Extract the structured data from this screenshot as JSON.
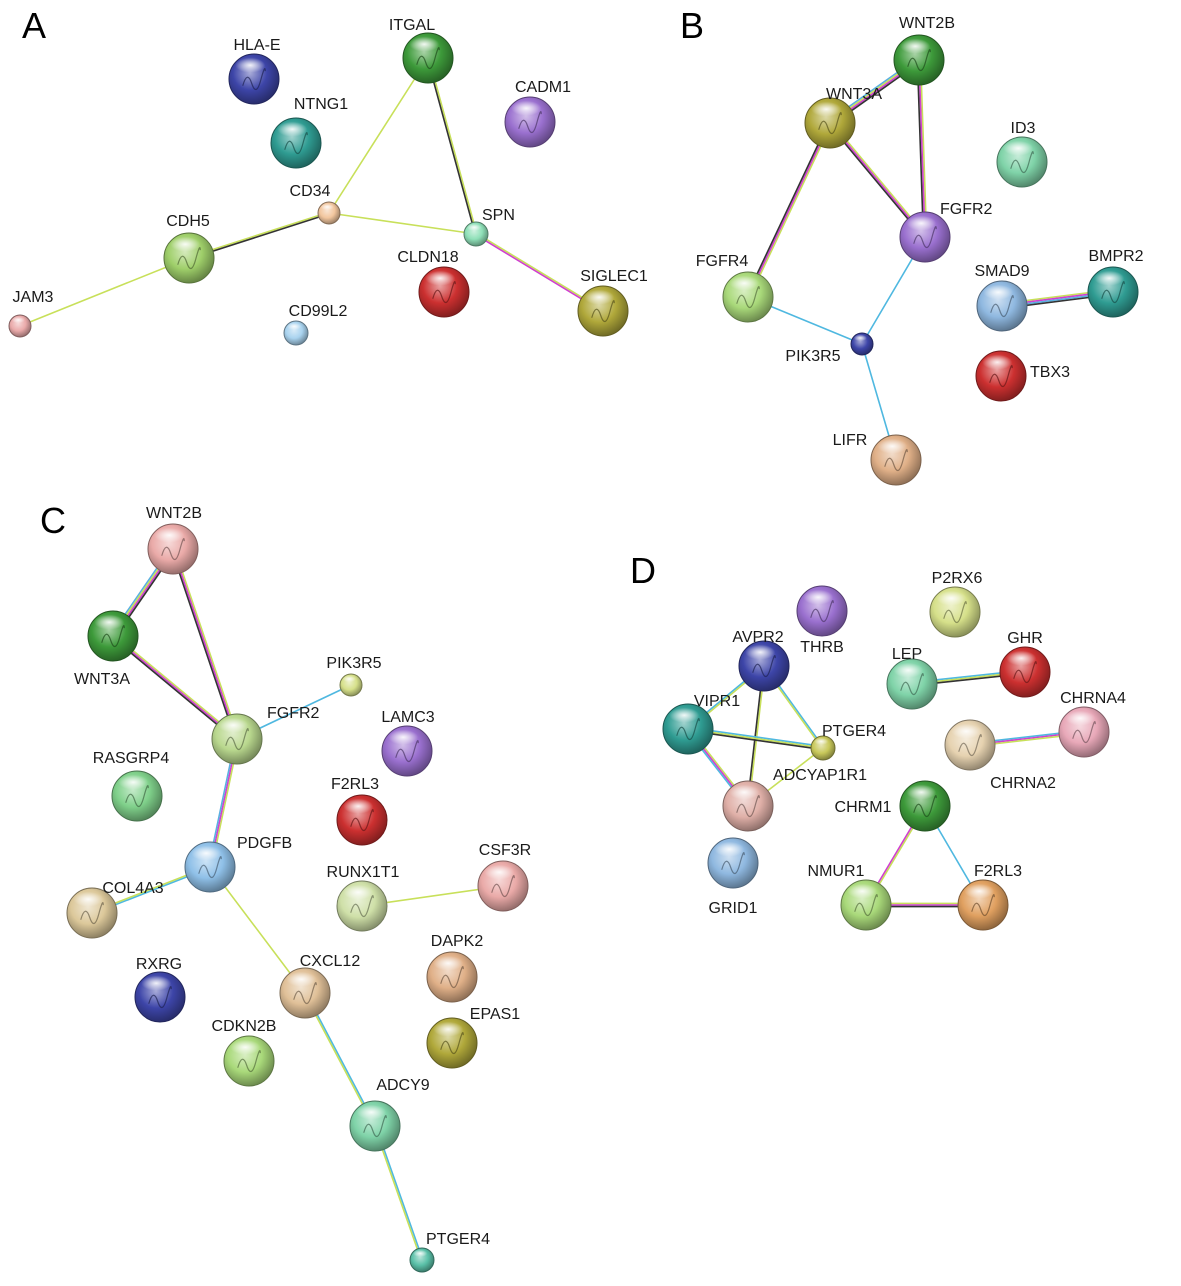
{
  "panels": [
    {
      "id": "A",
      "letter": "A",
      "nodes": [
        {
          "name": "HLA-E",
          "color": "#3d45a8"
        },
        {
          "name": "ITGAL",
          "color": "#3d9a3a"
        },
        {
          "name": "NTNG1",
          "color": "#2f9c92"
        },
        {
          "name": "CADM1",
          "color": "#9a70cf"
        },
        {
          "name": "CD34",
          "color": "#f2c69e"
        },
        {
          "name": "CDH5",
          "color": "#9fcf6a"
        },
        {
          "name": "SPN",
          "color": "#8fe0b8"
        },
        {
          "name": "CLDN18",
          "color": "#cc3030"
        },
        {
          "name": "SIGLEC1",
          "color": "#b0a83a"
        },
        {
          "name": "JAM3",
          "color": "#eaaaaa"
        },
        {
          "name": "CD99L2",
          "color": "#a9d3ef"
        }
      ],
      "edges": [
        {
          "a": "CD34",
          "b": "ITGAL",
          "colors": [
            "#c8e05a"
          ]
        },
        {
          "a": "ITGAL",
          "b": "SPN",
          "colors": [
            "#c8e05a",
            "#333333"
          ]
        },
        {
          "a": "CD34",
          "b": "SPN",
          "colors": [
            "#c8e05a"
          ]
        },
        {
          "a": "CDH5",
          "b": "CD34",
          "colors": [
            "#c8e05a",
            "#333333"
          ]
        },
        {
          "a": "JAM3",
          "b": "CDH5",
          "colors": [
            "#c8e05a"
          ]
        },
        {
          "a": "SPN",
          "b": "SIGLEC1",
          "colors": [
            "#c8e05a",
            "#d040d0"
          ]
        }
      ]
    },
    {
      "id": "B",
      "letter": "B",
      "nodes": [
        {
          "name": "WNT2B",
          "color": "#3d9a3a"
        },
        {
          "name": "WNT3A",
          "color": "#b0a83a"
        },
        {
          "name": "ID3",
          "color": "#7fd3a8"
        },
        {
          "name": "FGFR2",
          "color": "#9a70cf"
        },
        {
          "name": "FGFR4",
          "color": "#a9d97a"
        },
        {
          "name": "SMAD9",
          "color": "#8fb8e0"
        },
        {
          "name": "BMPR2",
          "color": "#2f9c92"
        },
        {
          "name": "PIK3R5",
          "color": "#3d45a8"
        },
        {
          "name": "TBX3",
          "color": "#cc3030"
        },
        {
          "name": "LIFR",
          "color": "#e0b088"
        }
      ],
      "edges": [
        {
          "a": "WNT3A",
          "b": "WNT2B",
          "colors": [
            "#5ab0e0",
            "#c8e05a",
            "#d040d0",
            "#333333"
          ]
        },
        {
          "a": "WNT2B",
          "b": "FGFR2",
          "colors": [
            "#c8e05a",
            "#d040d0",
            "#333333"
          ]
        },
        {
          "a": "WNT3A",
          "b": "FGFR2",
          "colors": [
            "#c8e05a",
            "#d040d0",
            "#333333"
          ]
        },
        {
          "a": "WNT3A",
          "b": "FGFR4",
          "colors": [
            "#c8e05a",
            "#d040d0",
            "#333333"
          ]
        },
        {
          "a": "FGFR4",
          "b": "PIK3R5",
          "colors": [
            "#4fb8e0"
          ]
        },
        {
          "a": "FGFR2",
          "b": "PIK3R5",
          "colors": [
            "#4fb8e0"
          ]
        },
        {
          "a": "PIK3R5",
          "b": "LIFR",
          "colors": [
            "#4fb8e0"
          ]
        },
        {
          "a": "SMAD9",
          "b": "BMPR2",
          "colors": [
            "#c8e05a",
            "#d040d0",
            "#5ab0e0",
            "#333333"
          ]
        }
      ]
    },
    {
      "id": "C",
      "letter": "C",
      "nodes": [
        {
          "name": "WNT2B",
          "color": "#eaaaa8"
        },
        {
          "name": "WNT3A",
          "color": "#3d9a3a"
        },
        {
          "name": "PIK3R5",
          "color": "#d6e08a"
        },
        {
          "name": "FGFR2",
          "color": "#b9d88e"
        },
        {
          "name": "LAMC3",
          "color": "#9a70cf"
        },
        {
          "name": "RASGRP4",
          "color": "#7fd08a"
        },
        {
          "name": "F2RL3",
          "color": "#cc3030"
        },
        {
          "name": "PDGFB",
          "color": "#8fc0e8"
        },
        {
          "name": "CSF3R",
          "color": "#eaaaa8"
        },
        {
          "name": "RUNX1T1",
          "color": "#cfe0a8"
        },
        {
          "name": "COL4A3",
          "color": "#dcc89a"
        },
        {
          "name": "DAPK2",
          "color": "#e0b088"
        },
        {
          "name": "RXRG",
          "color": "#3d45a8"
        },
        {
          "name": "CXCL12",
          "color": "#e0c098"
        },
        {
          "name": "EPAS1",
          "color": "#b0a83a"
        },
        {
          "name": "CDKN2B",
          "color": "#a9d97a"
        },
        {
          "name": "ADCY9",
          "color": "#7fd3a8"
        },
        {
          "name": "PTGER4",
          "color": "#5ac0a8"
        }
      ],
      "edges": [
        {
          "a": "WNT3A",
          "b": "WNT2B",
          "colors": [
            "#5ab0e0",
            "#c8e05a",
            "#d040d0",
            "#333333"
          ]
        },
        {
          "a": "WNT2B",
          "b": "FGFR2",
          "colors": [
            "#c8e05a",
            "#d040d0",
            "#333333"
          ]
        },
        {
          "a": "WNT3A",
          "b": "FGFR2",
          "colors": [
            "#c8e05a",
            "#d040d0",
            "#333333"
          ]
        },
        {
          "a": "FGFR2",
          "b": "PIK3R5",
          "colors": [
            "#4fb8e0"
          ]
        },
        {
          "a": "FGFR2",
          "b": "PDGFB",
          "colors": [
            "#c8e05a",
            "#d040d0",
            "#5ab0e0"
          ]
        },
        {
          "a": "PDGFB",
          "b": "COL4A3",
          "colors": [
            "#4fb8e0",
            "#c8e05a"
          ]
        },
        {
          "a": "PDGFB",
          "b": "CXCL12",
          "colors": [
            "#c8e05a"
          ]
        },
        {
          "a": "CXCL12",
          "b": "ADCY9",
          "colors": [
            "#4fb8e0",
            "#c8e05a"
          ]
        },
        {
          "a": "ADCY9",
          "b": "PTGER4",
          "colors": [
            "#4fb8e0",
            "#c8e05a"
          ]
        },
        {
          "a": "RUNX1T1",
          "b": "CSF3R",
          "colors": [
            "#c8e05a"
          ]
        }
      ]
    },
    {
      "id": "D",
      "letter": "D",
      "nodes": [
        {
          "name": "P2RX6",
          "color": "#d6e08a"
        },
        {
          "name": "THRB",
          "color": "#9a70cf"
        },
        {
          "name": "AVPR2",
          "color": "#3d45a8"
        },
        {
          "name": "GHR",
          "color": "#cc3030"
        },
        {
          "name": "LEP",
          "color": "#7fd3a8"
        },
        {
          "name": "CHRNA4",
          "color": "#e8a8b8"
        },
        {
          "name": "VIPR1",
          "color": "#2f9c92"
        },
        {
          "name": "PTGER4",
          "color": "#c8c85a"
        },
        {
          "name": "ADCYAP1R1",
          "color": "#e0b0a8"
        },
        {
          "name": "CHRNA2",
          "color": "#e6d2b0"
        },
        {
          "name": "CHRM1",
          "color": "#3d9a3a"
        },
        {
          "name": "GRID1",
          "color": "#8fb8e0"
        },
        {
          "name": "NMUR1",
          "color": "#a9d97a"
        },
        {
          "name": "F2RL3",
          "color": "#e0a060"
        }
      ],
      "edges": [
        {
          "a": "VIPR1",
          "b": "AVPR2",
          "colors": [
            "#4fb8e0",
            "#c8e05a"
          ]
        },
        {
          "a": "AVPR2",
          "b": "PTGER4",
          "colors": [
            "#4fb8e0",
            "#c8e05a"
          ]
        },
        {
          "a": "AVPR2",
          "b": "ADCYAP1R1",
          "colors": [
            "#c8e05a",
            "#333333"
          ]
        },
        {
          "a": "VIPR1",
          "b": "PTGER4",
          "colors": [
            "#4fb8e0",
            "#c8e05a",
            "#333333"
          ]
        },
        {
          "a": "VIPR1",
          "b": "ADCYAP1R1",
          "colors": [
            "#c8e05a",
            "#d040d0",
            "#4fb8e0"
          ]
        },
        {
          "a": "PTGER4",
          "b": "ADCYAP1R1",
          "colors": [
            "#c8e05a"
          ]
        },
        {
          "a": "LEP",
          "b": "GHR",
          "colors": [
            "#4fb8e0",
            "#c8e05a",
            "#333333"
          ]
        },
        {
          "a": "CHRNA2",
          "b": "CHRNA4",
          "colors": [
            "#4fb8e0",
            "#d040d0",
            "#c8e05a"
          ]
        },
        {
          "a": "CHRM1",
          "b": "NMUR1",
          "colors": [
            "#c8e05a",
            "#d040d0"
          ]
        },
        {
          "a": "CHRM1",
          "b": "F2RL3",
          "colors": [
            "#4fb8e0"
          ]
        },
        {
          "a": "NMUR1",
          "b": "F2RL3",
          "colors": [
            "#c8e05a",
            "#d040d0",
            "#333333"
          ]
        }
      ]
    }
  ]
}
